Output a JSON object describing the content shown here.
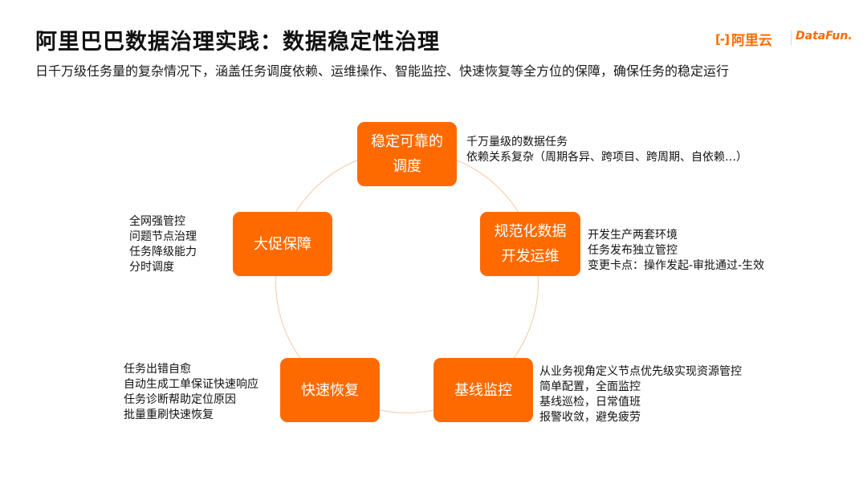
{
  "header": {
    "title": "阿里巴巴数据治理实践：数据稳定性治理",
    "subtitle": "日千万级任务量的复杂情况下，涵盖任务调度依赖、运维操作、智能监控、快速恢复等全方位的保障，确保任务的稳定运行"
  },
  "logos": {
    "aliyun_mark": "[-]",
    "aliyun_text": "阿里云",
    "datafun_text": "DataFun."
  },
  "diagram": {
    "nodes": {
      "schedule": {
        "label_line1": "稳定可靠的",
        "label_line2": "调度"
      },
      "ops": {
        "label_line1": "规范化数据",
        "label_line2": "开发运维"
      },
      "baseline": {
        "label": "基线监控"
      },
      "recovery": {
        "label": "快速恢复"
      },
      "promotion": {
        "label": "大促保障"
      }
    },
    "descriptions": {
      "schedule": [
        "千万量级的数据任务",
        "依赖关系复杂（周期各异、跨项目、跨周期、自依赖…）"
      ],
      "ops": [
        "开发生产两套环境",
        "任务发布独立管控",
        "变更卡点：操作发起-审批通过-生效"
      ],
      "baseline": [
        "从业务视角定义节点优先级实现资源管控",
        "简单配置，全面监控",
        "基线巡检，日常值班",
        "报警收敛，避免疲劳"
      ],
      "recovery": [
        "任务出错自愈",
        "自动生成工单保证快速响应",
        "任务诊断帮助定位原因",
        "批量重刷快速恢复"
      ],
      "promotion": [
        "全网强管控",
        "问题节点治理",
        "任务降级能力",
        "分时调度"
      ]
    }
  },
  "colors": {
    "accent": "#ff6a00",
    "ring": "#f7c9a8"
  }
}
